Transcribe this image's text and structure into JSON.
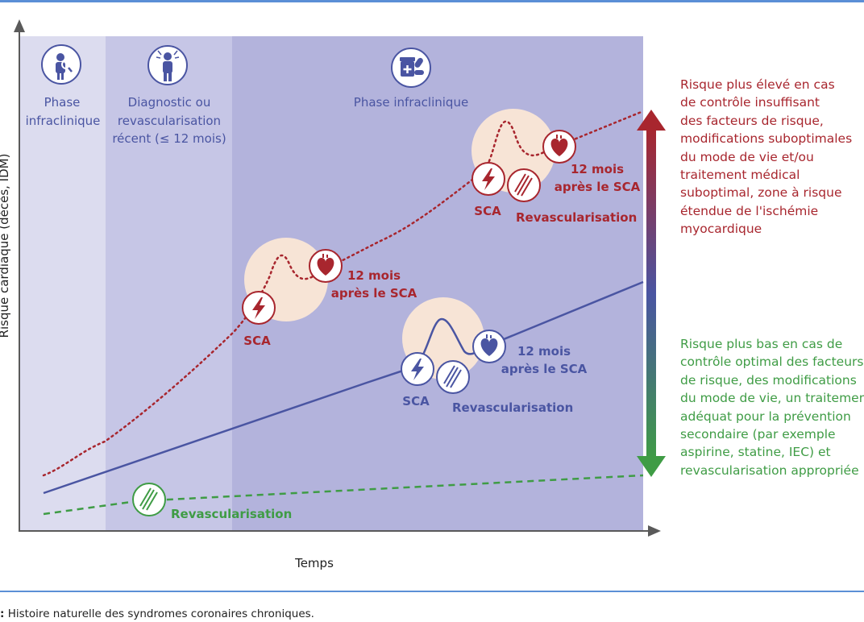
{
  "phases": [
    {
      "label_lines": [
        "Phase",
        "infraclinique"
      ],
      "icon": "person-search-icon"
    },
    {
      "label_lines": [
        "Diagnostic ou",
        "revascularisation",
        "récent (≤ 12 mois)"
      ],
      "icon": "person-pain-icon"
    },
    {
      "label_lines": [
        "Phase infraclinique"
      ],
      "icon": "medication-icon"
    }
  ],
  "axes": {
    "x_label": "Temps",
    "y_label": "Risque cardiaque (décès, IDM)"
  },
  "red_path": {
    "sca_label": "SCA",
    "after_label_lines": [
      "12 mois",
      "après le SCA"
    ],
    "second_sca_label": "SCA",
    "revasc_label": "Revascularisation",
    "second_after_lines": [
      "12 mois",
      "après le SCA"
    ]
  },
  "blue_path": {
    "sca_label": "SCA",
    "revasc_label": "Revascularisation",
    "after_label_lines": [
      "12 mois",
      "après le SCA"
    ]
  },
  "green_path": {
    "revasc_label": "Revascularisation"
  },
  "notes": {
    "high_risk": "Risque plus élevé en cas\nde contrôle insuffisant\ndes facteurs de risque,\nmodifications suboptimales\ndu mode de vie et/ou\ntraitement médical\nsuboptimal, zone à risque\nétendue de l'ischémie\nmyocardique",
    "low_risk": "Risque plus bas en cas de\ncontrôle optimal des facteurs\nde risque, des modifications\ndu mode de vie, un traitement\nadéquat pour la prévention\nsecondaire (par exemple\naspirine, statine, IEC) et\nrevascularisation appropriée"
  },
  "caption": {
    "prefix": ":",
    "text": " Histoire naturelle des syndromes coronaires chroniques."
  },
  "colors": {
    "red": "#a8262e",
    "blue": "#4a55a2",
    "green": "#3f9c45"
  }
}
